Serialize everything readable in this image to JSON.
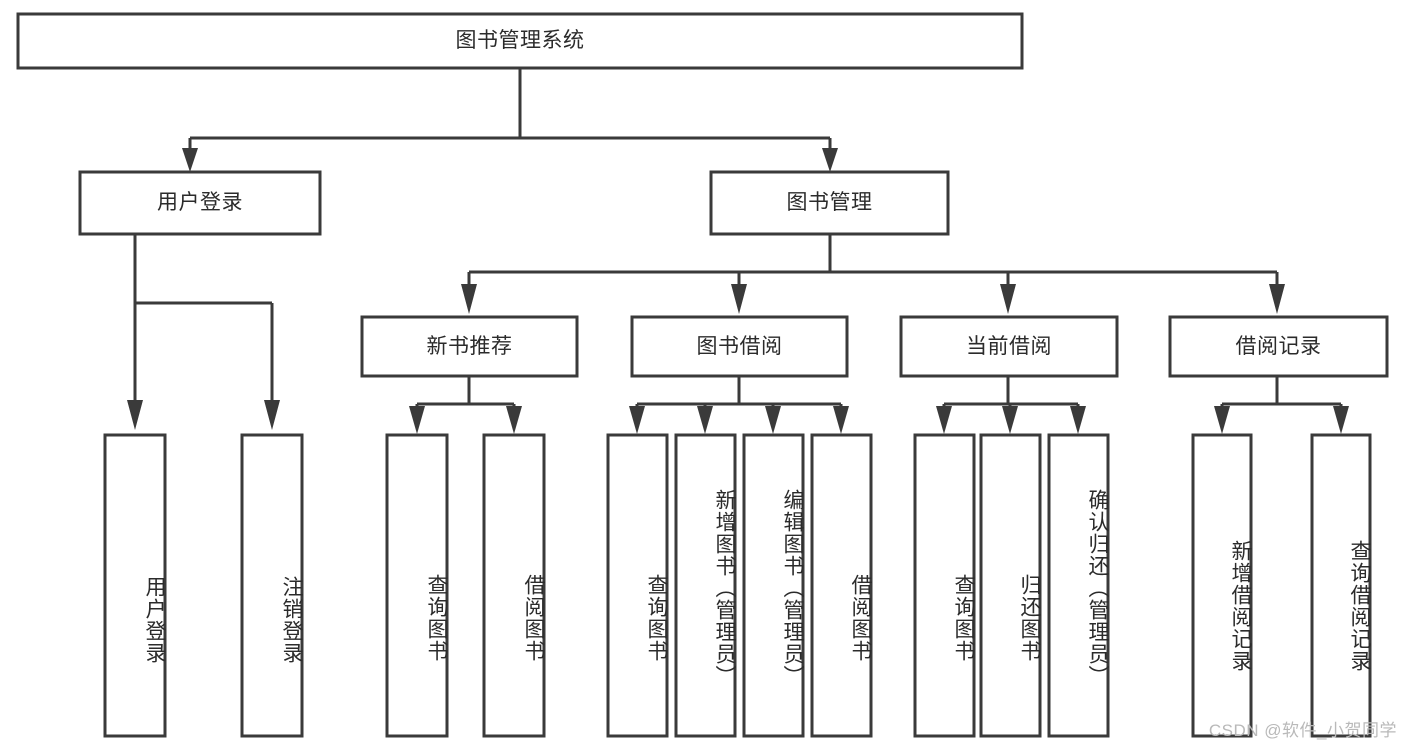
{
  "diagram": {
    "type": "tree",
    "title": "图书管理系统",
    "watermark": "CSDN @软件_小贺同学",
    "root": {
      "label": "图书管理系统",
      "orientation": "horizontal"
    },
    "level2": [
      {
        "label": "用户登录",
        "orientation": "horizontal"
      },
      {
        "label": "图书管理",
        "orientation": "horizontal"
      }
    ],
    "level3": [
      {
        "label": "新书推荐",
        "orientation": "horizontal"
      },
      {
        "label": "图书借阅",
        "orientation": "horizontal"
      },
      {
        "label": "当前借阅",
        "orientation": "horizontal"
      },
      {
        "label": "借阅记录",
        "orientation": "horizontal"
      }
    ],
    "leaves_user_login": [
      {
        "label": "用户登录",
        "orientation": "vertical"
      },
      {
        "label": "注销登录",
        "orientation": "vertical"
      }
    ],
    "leaves_new_book": [
      {
        "label": "查询图书",
        "orientation": "vertical"
      },
      {
        "label": "借阅图书",
        "orientation": "vertical"
      }
    ],
    "leaves_borrow": [
      {
        "label": "查询图书",
        "orientation": "vertical"
      },
      {
        "label": "新增图书（管理员）",
        "orientation": "vertical"
      },
      {
        "label": "编辑图书（管理员）",
        "orientation": "vertical"
      },
      {
        "label": "借阅图书",
        "orientation": "vertical"
      }
    ],
    "leaves_current": [
      {
        "label": "查询图书",
        "orientation": "vertical"
      },
      {
        "label": "归还图书",
        "orientation": "vertical"
      },
      {
        "label": "确认归还（管理员）",
        "orientation": "vertical"
      }
    ],
    "leaves_record": [
      {
        "label": "新增借阅记录",
        "orientation": "vertical"
      },
      {
        "label": "查询借阅记录",
        "orientation": "vertical"
      }
    ],
    "colors": {
      "stroke": "#3a3a3a",
      "fill": "#ffffff",
      "text": "#2b2b2b",
      "watermark": "#b9b9b9"
    }
  }
}
